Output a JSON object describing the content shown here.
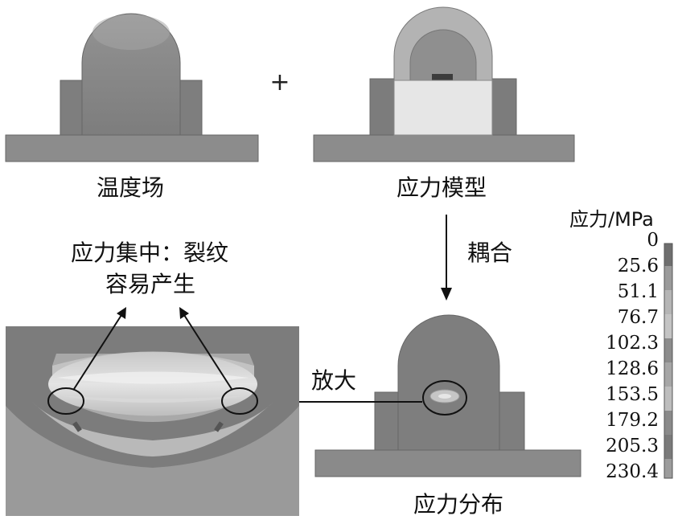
{
  "labels": {
    "temperature_field": "温度场",
    "stress_model": "应力模型",
    "plus": "+",
    "coupling": "耦合",
    "stress_distribution": "应力分布",
    "magnify": "放大",
    "crack_line1": "应力集中：裂纹",
    "crack_line2": "容易产生"
  },
  "legend": {
    "title": "应力/MPa",
    "values": [
      "0",
      "25.6",
      "51.1",
      "76.7",
      "102.3",
      "128.6",
      "153.5",
      "179.2",
      "205.3",
      "230.4"
    ]
  }
}
